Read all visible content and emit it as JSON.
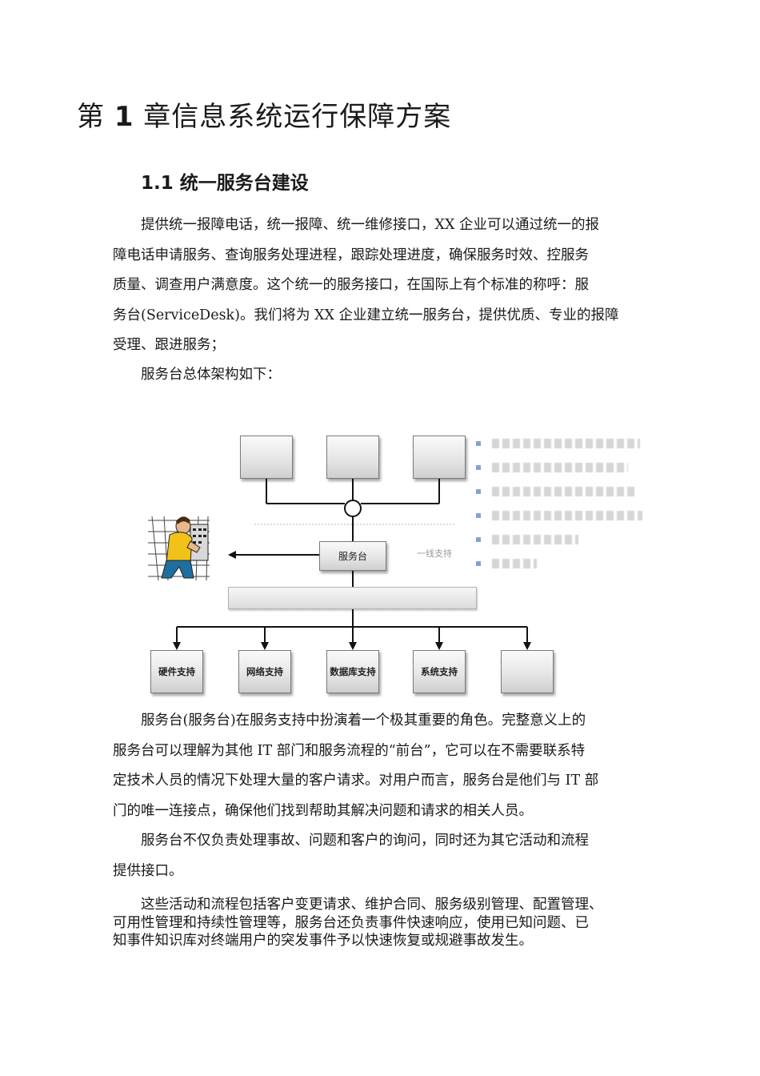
{
  "chapter": {
    "prefix": "第 ",
    "number": "1",
    "rest": " 章信息系统运行保障方案"
  },
  "section": {
    "title": "1.1 统一服务台建设"
  },
  "paragraphs": {
    "p1": [
      "　　提供统一报障电话，统一报障、统一维修接口，XX 企业可以通过统一的报",
      "障电话申请服务、查询服务处理进程，跟踪处理进度，确保服务时效、控服务",
      "质量、调查用户满意度。这个统一的服务接口，在国际上有个标准的称呼：服",
      "务台(ServiceDesk)。我们将为 XX 企业建立统一服务台，提供优质、专业的报障",
      "受理、跟进服务；"
    ],
    "p2": [
      "　　服务台总体架构如下："
    ],
    "p3": [
      "　　服务台(服务台)在服务支持中扮演着一个极其重要的角色。完整意义上的",
      "服务台可以理解为其他 IT 部门和服务流程的“前台”，它可以在不需要联系特",
      "定技术人员的情况下处理大量的客户请求。对用户而言，服务台是他们与 IT 部",
      "门的唯一连接点，确保他们找到帮助其解决问题和请求的相关人员。"
    ],
    "p4": [
      "　　服务台不仅负责处理事故、问题和客户的询问，同时还为其它活动和流程",
      "提供接口。"
    ],
    "p5": [
      "　　这些活动和流程包括客户变更请求、维护合同、服务级别管理、配置管理、",
      "可用性管理和持续性管理等，服务台还负责事件快速响应，使用已知问题、已",
      "知事件知识库对终端用户的突发事件予以快速恢复或规避事故发生。"
    ]
  },
  "diagram": {
    "center_box": "服务台",
    "side_label": "一线支持",
    "support_boxes": [
      "硬件支持",
      "网络支持",
      "数据库支持",
      "系统支持"
    ],
    "colors": {
      "bullet": "#7fa4d4",
      "box_border": "#7a7a7a",
      "line": "#111111"
    }
  }
}
